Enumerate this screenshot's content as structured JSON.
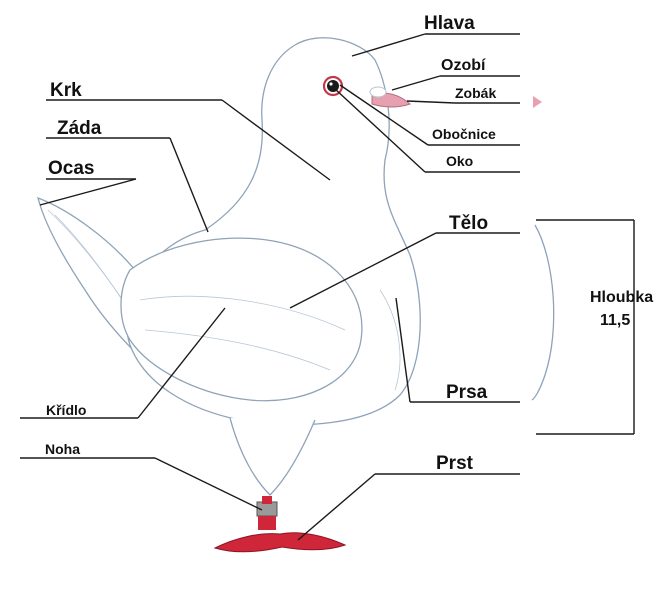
{
  "labels": {
    "hlava": "Hlava",
    "ozobi": "Ozobí",
    "zobak": "Zobák",
    "obocnice": "Obočnice",
    "oko": "Oko",
    "krk": "Krk",
    "zada": "Záda",
    "ocas": "Ocas",
    "telo": "Tělo",
    "kridlo": "Křídlo",
    "prsa": "Prsa",
    "noha": "Noha",
    "prst": "Prst",
    "hloubka": "Hloubka",
    "hloubka_value": "11,5"
  },
  "colors": {
    "outline": "#8fa3b8",
    "beak": "#e7a0b0",
    "feet": "#d0263a",
    "eye": "#1a1a1a",
    "eye_ring": "#c23a4a",
    "leg_band": "#9a9a9a"
  }
}
